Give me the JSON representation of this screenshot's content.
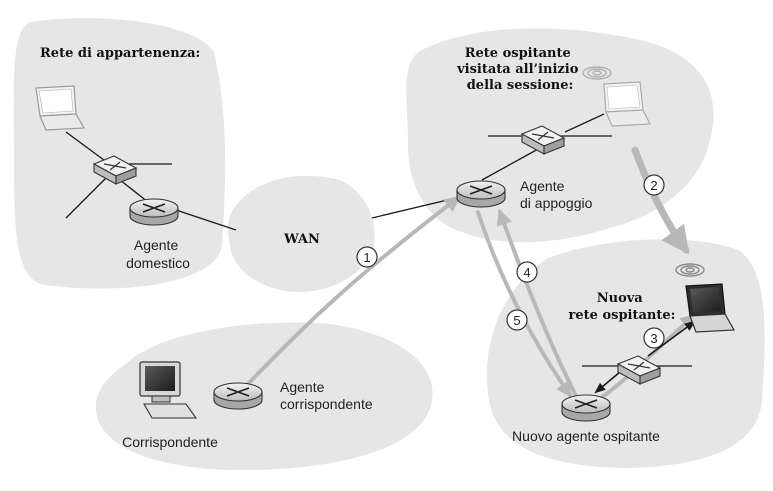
{
  "colors": {
    "cloud_fill": "#e6e6e6",
    "arrow_gray": "#b8b8b8",
    "line_black": "#1a1a1a"
  },
  "networks": {
    "home": {
      "title": "Rete di appartenenza:",
      "agent_label": [
        "Agente",
        "domestico"
      ]
    },
    "wan": {
      "label": "WAN"
    },
    "visited": {
      "title": [
        "Rete ospitante",
        "visitata all’inizio",
        "della sessione:"
      ],
      "agent_label": [
        "Agente",
        "di appoggio"
      ]
    },
    "new": {
      "title": [
        "Nuova",
        "rete ospitante:"
      ],
      "agent_label": "Nuovo agente ospitante"
    },
    "correspondent": {
      "host_label": "Corrispondente",
      "agent_label": [
        "Agente",
        "corrispondente"
      ]
    }
  },
  "steps": [
    "1",
    "2",
    "3",
    "4",
    "5"
  ],
  "icons": [
    "laptop-icon",
    "switch-icon",
    "router-icon",
    "desktop-computer-icon",
    "wireless-signal-icon"
  ]
}
